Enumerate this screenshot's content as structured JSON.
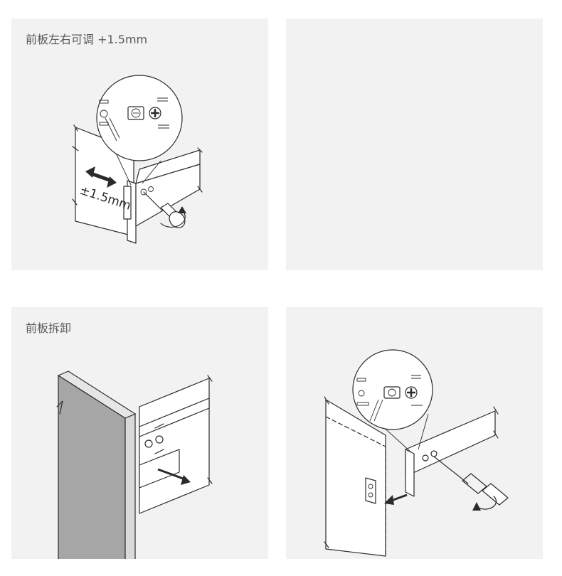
{
  "panels": [
    {
      "caption": "前板左右可调 +1.5mm",
      "dimension_label": "±1.5mm"
    },
    {
      "caption": ""
    },
    {
      "caption": "前板拆卸"
    },
    {
      "caption": ""
    }
  ],
  "colors": {
    "panel_bg": "#f2f2f2",
    "line": "#2b2b2b",
    "front_panel_fill": "#a6a6a6"
  },
  "icons": [
    "double-arrow-icon",
    "rotate-arrow-icon",
    "pull-arrow-icon",
    "screwdriver-icon",
    "adjust-screw-icon",
    "cross-screw-icon"
  ]
}
